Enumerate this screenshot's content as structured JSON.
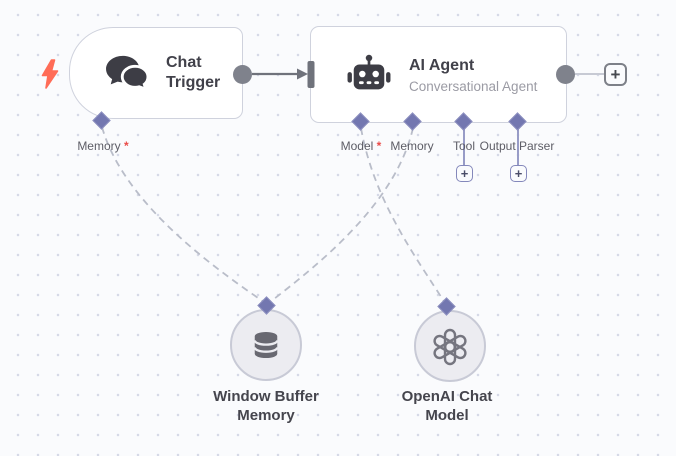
{
  "canvas": {
    "background": "#fafbfd",
    "dot_color": "#d6d9e7"
  },
  "colors": {
    "node_border": "#cfd2dd",
    "connector_gray": "#6f727b",
    "port_circle": "#7f828c",
    "ai_port_indigo": "#7377b0",
    "dashed_wire": "#b9bdc9",
    "trigger_bolt": "#ff6c57",
    "required_asterisk": "#ea4b48",
    "title_text": "#41414a",
    "subtitle_text": "#9b9ba4",
    "port_label_text": "#5d5d66"
  },
  "icons": {
    "plus": "+"
  },
  "nodes": {
    "chat_trigger": {
      "title": "Chat Trigger",
      "icon": "chat-bubbles-icon",
      "inputs": [
        {
          "label": "Memory",
          "required_mark": "*"
        }
      ]
    },
    "ai_agent": {
      "title": "AI Agent",
      "subtitle": "Conversational Agent",
      "icon": "robot-icon",
      "inputs": [
        {
          "label": "Model",
          "required_mark": "*"
        },
        {
          "label": "Memory"
        },
        {
          "label": "Tool"
        },
        {
          "label": "Output Parser"
        }
      ]
    },
    "window_buffer_memory": {
      "label": "Window Buffer Memory",
      "icon": "database-icon"
    },
    "openai_chat_model": {
      "label": "OpenAI Chat Model",
      "icon": "openai-logo-icon"
    }
  }
}
